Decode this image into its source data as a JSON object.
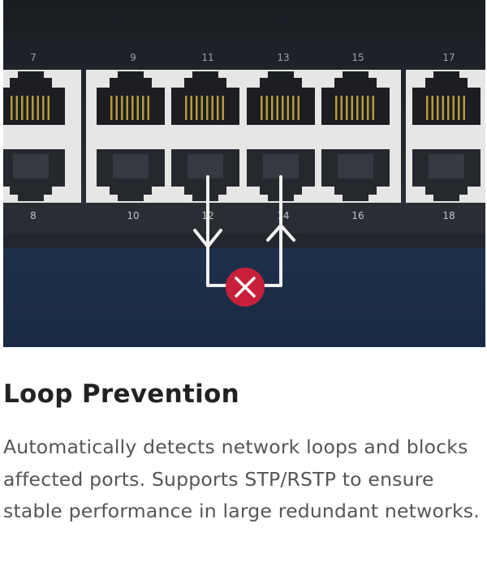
{
  "feature": {
    "title": "Loop Prevention",
    "description": "Automatically detects network loops and blocks affected ports. Supports STP/RSTP to ensure stable performance in large redundant networks."
  },
  "image": {
    "port_labels_top": [
      "7",
      "9",
      "11",
      "13",
      "15",
      "17"
    ],
    "port_labels_bottom": [
      "8",
      "10",
      "12",
      "14",
      "16",
      "18"
    ],
    "loop_ports": [
      "12",
      "14"
    ],
    "status_icon": "blocked-x-icon",
    "colors": {
      "blocked": "#c8203a",
      "background": "#1e3150",
      "panel": "#e8e8e8"
    }
  }
}
